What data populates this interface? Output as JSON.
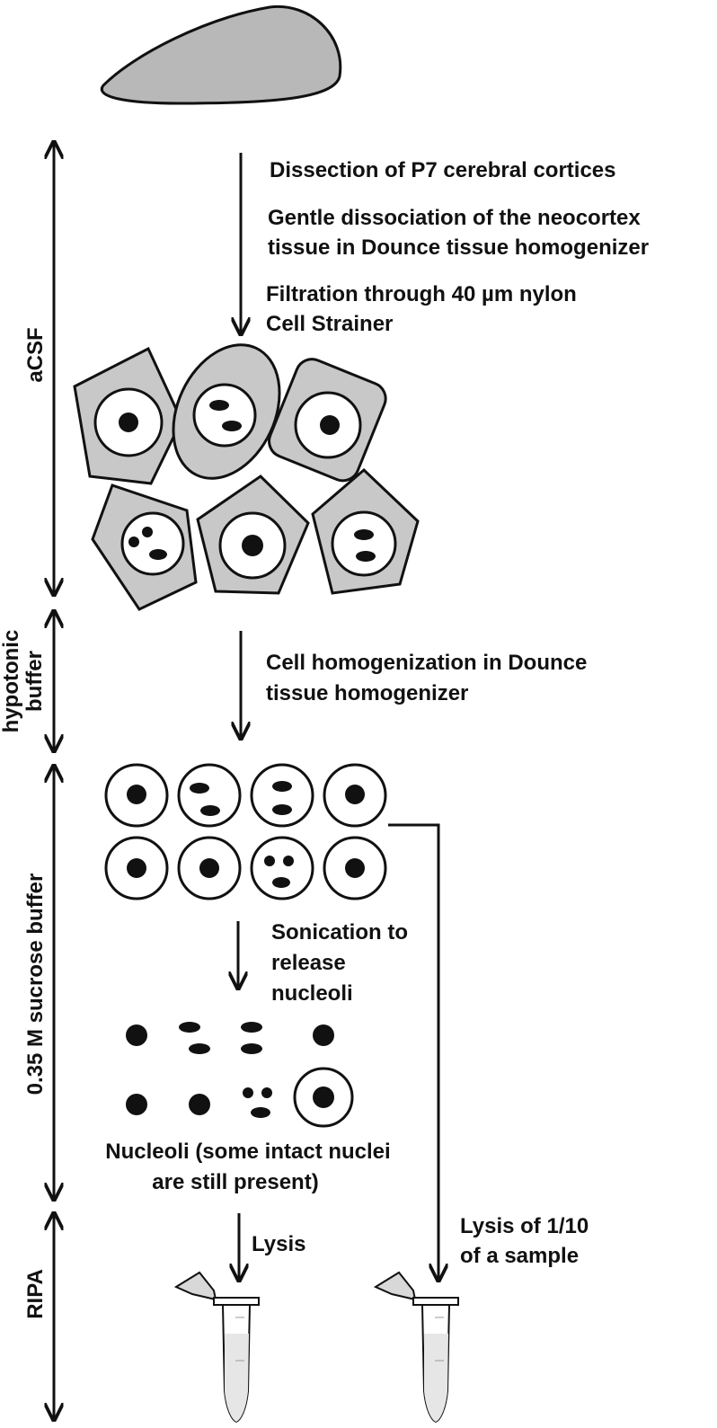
{
  "steps": {
    "dissection": "Dissection of P7 cerebral cortices",
    "dissociation_line1": "Gentle dissociation of the  neocortex",
    "dissociation_line2": "tissue in Dounce tissue homogenizer",
    "filtration_line1": "Filtration through 40 µm nylon",
    "filtration_line2": "Cell Strainer",
    "homogenization_line1": "Cell homogenization in Dounce",
    "homogenization_line2": "tissue homogenizer",
    "sonication_line1": "Sonication to",
    "sonication_line2": "release",
    "sonication_line3": "nucleoli",
    "nucleoli_line1": "Nucleoli (some intact nuclei",
    "nucleoli_line2": "are still present)",
    "lysis": "Lysis",
    "lysis_sample_line1": "Lysis of 1/10",
    "lysis_sample_line2": "of a sample"
  },
  "buffers": {
    "acsf": "aCSF",
    "hypotonic_line1": "hypotonic",
    "hypotonic_line2": "buffer",
    "sucrose": "0.35 M sucrose buffer",
    "ripa": "RIPA"
  },
  "colors": {
    "cell_fill": "#c8c8c8",
    "tissue_fill": "#b8b8b8",
    "stroke": "#111111"
  }
}
